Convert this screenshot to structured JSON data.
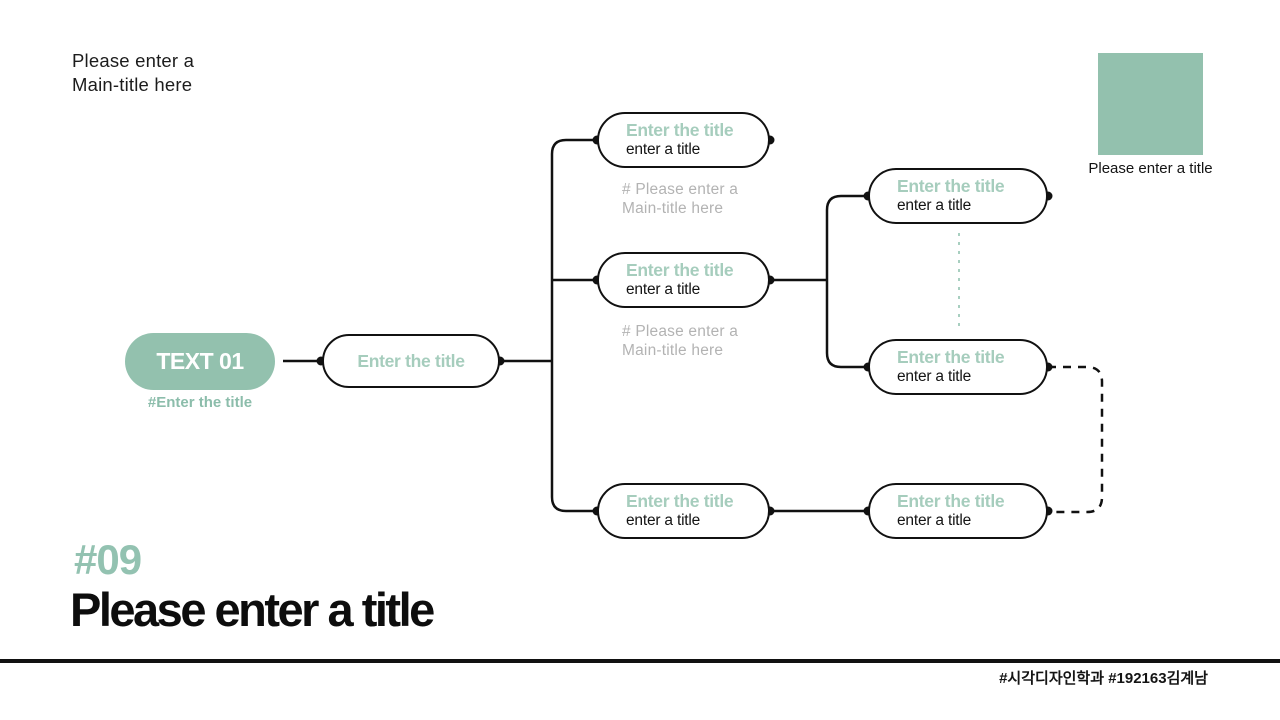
{
  "colors": {
    "sage": "#93c1ae",
    "sage_text": "#a6cdbd",
    "caption_gray": "#b3b3b3",
    "ink": "#111111"
  },
  "header": {
    "main_title": "Please enter a\nMain-title here"
  },
  "legend": {
    "label": "Please enter a title"
  },
  "tree": {
    "root": {
      "label": "TEXT 01",
      "tag": "#Enter the title"
    },
    "level1": {
      "title": "Enter the title"
    },
    "level2": [
      {
        "title": "Enter the title",
        "subtitle": "enter a title",
        "caption": "# Please enter a\nMain-title here"
      },
      {
        "title": "Enter the title",
        "subtitle": "enter a title",
        "caption": "# Please enter a\nMain-title here"
      },
      {
        "title": "Enter the title",
        "subtitle": "enter a title"
      }
    ],
    "level3": [
      {
        "title": "Enter the title",
        "subtitle": "enter a title"
      },
      {
        "title": "Enter the title",
        "subtitle": "enter a title"
      },
      {
        "title": "Enter the title",
        "subtitle": "enter a title"
      }
    ]
  },
  "footer": {
    "number": "#09",
    "title": "Please enter a title",
    "credit": "#시각디자인학과 #192163김계남"
  }
}
